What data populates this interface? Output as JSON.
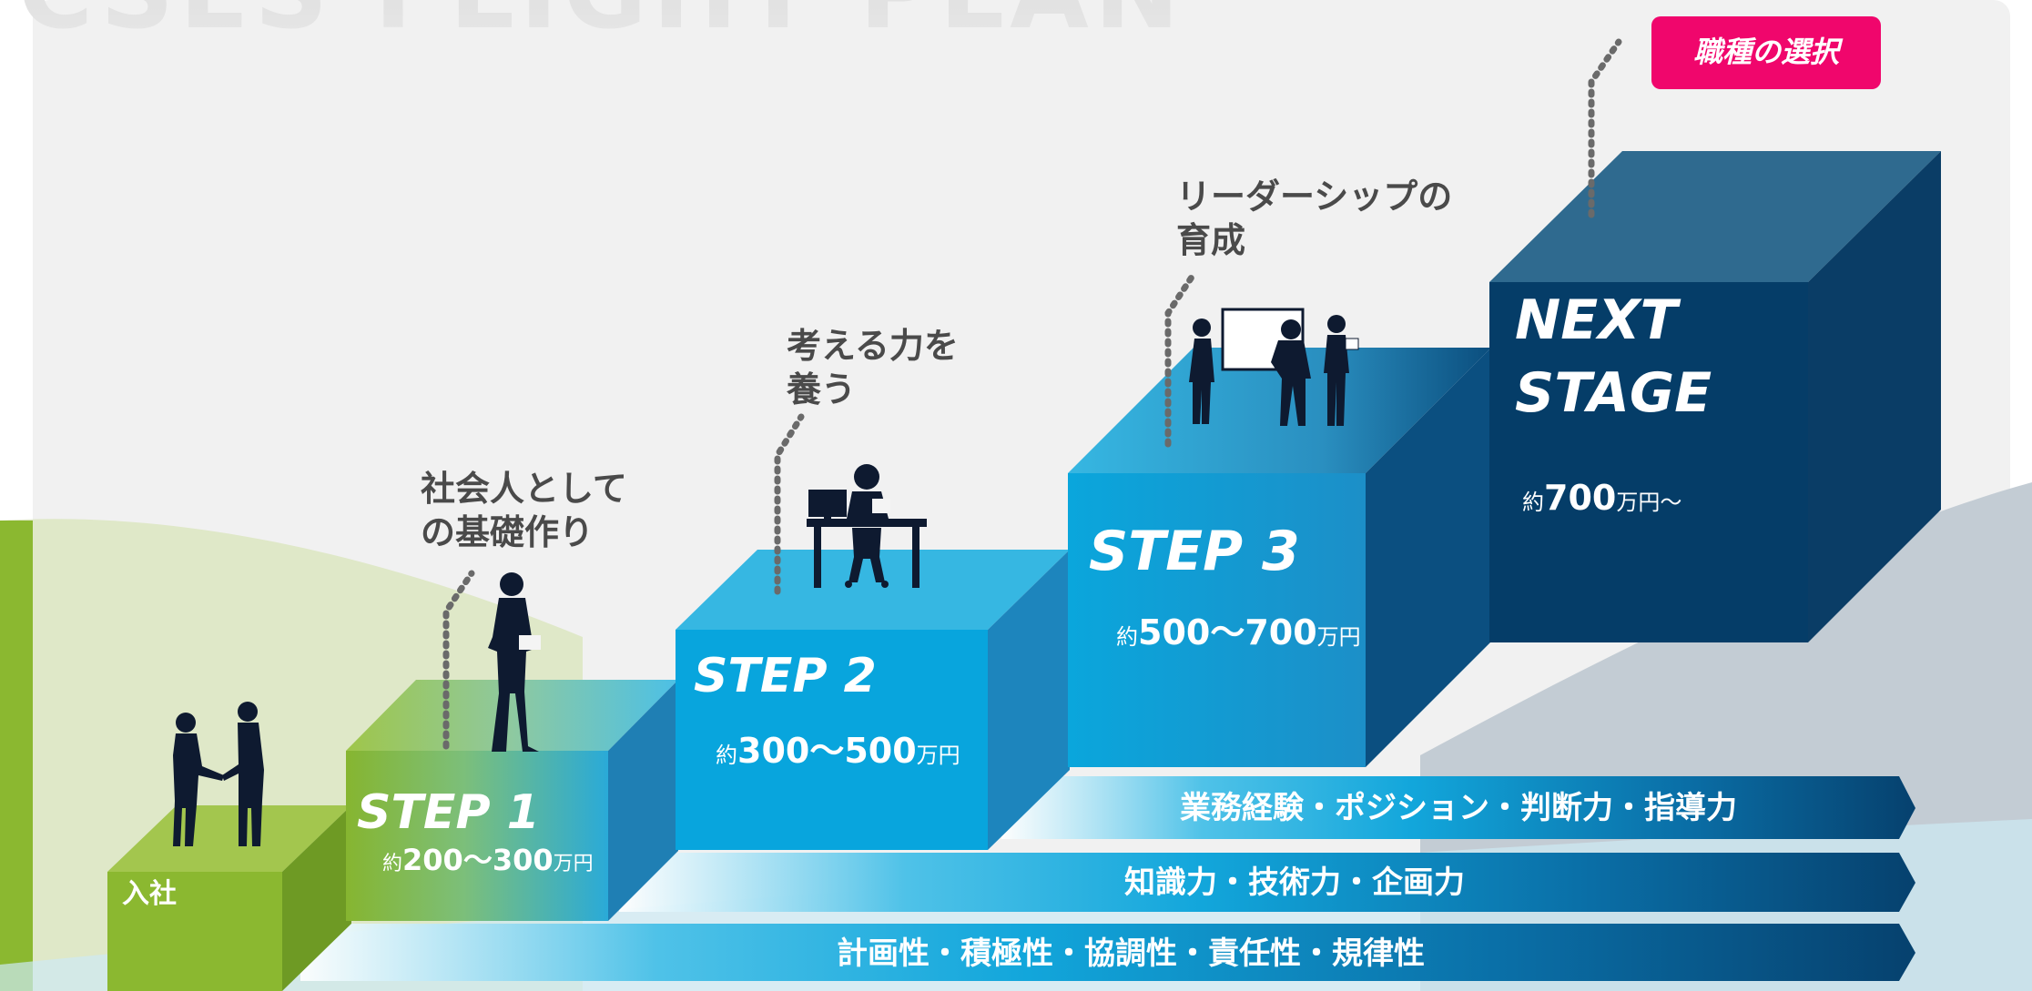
{
  "title": "CSES FLIGHT PLAN",
  "badge": "職種の選択",
  "entry": {
    "label": "入社"
  },
  "steps": [
    {
      "title": "STEP 1",
      "prefix": "約",
      "range": "200〜300",
      "unit": "万円",
      "caption_line1": "社会人として",
      "caption_line2": "の基礎作り"
    },
    {
      "title": "STEP 2",
      "prefix": "約",
      "range": "300〜500",
      "unit": "万円",
      "caption_line1": "考える力を",
      "caption_line2": "養う"
    },
    {
      "title": "STEP 3",
      "prefix": "約",
      "range": "500〜700",
      "unit": "万円",
      "caption_line1": "リーダーシップの",
      "caption_line2": "育成"
    }
  ],
  "next_stage": {
    "title_line1": "NEXT",
    "title_line2": "STAGE",
    "prefix": "約",
    "value": "700",
    "unit": "万円〜"
  },
  "bars": [
    "業務経験・ポジション・判断力・指導力",
    "知識力・技術力・企画力",
    "計画性・積極性・協調性・責任性・規律性"
  ],
  "colors": {
    "background": "#f1f1f1",
    "green": "#8bb830",
    "light_blue": "#30b4e0",
    "navy": "#053d68",
    "pink": "#f0066c",
    "caption": "#4a4a4a"
  },
  "icons": [
    "handshake-figures",
    "presenter-figure",
    "desk-worker-figure",
    "whiteboard-meeting-figures"
  ]
}
